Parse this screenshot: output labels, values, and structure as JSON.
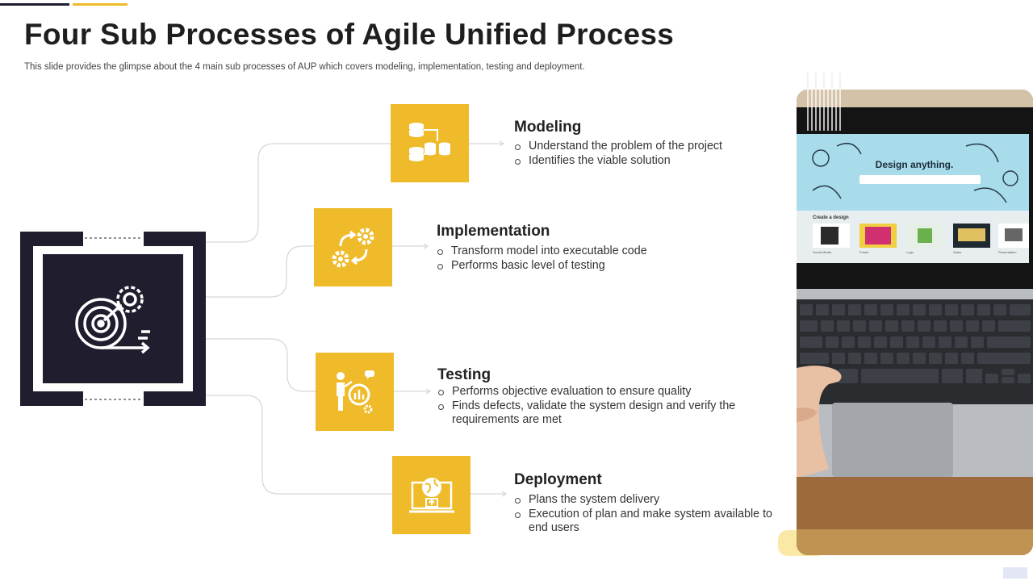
{
  "slide": {
    "title": "Four Sub Processes of Agile Unified Process",
    "subtitle": "This slide provides the glimpse about the 4 main sub processes of AUP which covers modeling, implementation, testing and deployment."
  },
  "colors": {
    "accent": "#efbb2a",
    "dark": "#1f1d2e",
    "connector": "#d6d6d6"
  },
  "hub": {
    "icon": "target-gear-icon"
  },
  "steps": [
    {
      "title": "Modeling",
      "icon": "database-network-icon",
      "bullets": [
        "Understand the problem of the project",
        "Identifies the viable solution"
      ]
    },
    {
      "title": "Implementation",
      "icon": "gears-cycle-icon",
      "bullets": [
        "Transform model into executable code",
        "Performs basic level of testing"
      ]
    },
    {
      "title": "Testing",
      "icon": "presentation-analysis-icon",
      "bullets": [
        "Performs objective evaluation to ensure quality",
        "Finds defects, validate the system design and verify the requirements are met"
      ]
    },
    {
      "title": "Deployment",
      "icon": "globe-upload-icon",
      "bullets": [
        "Plans the system delivery",
        "Execution of plan and make system available to end users"
      ]
    }
  ],
  "photo": {
    "screen_heading": "Design anything.",
    "screen_subheading": "Create a design",
    "thumbnails": [
      "Social Media",
      "Poster",
      "Logo",
      "Video",
      "Presentation"
    ]
  }
}
